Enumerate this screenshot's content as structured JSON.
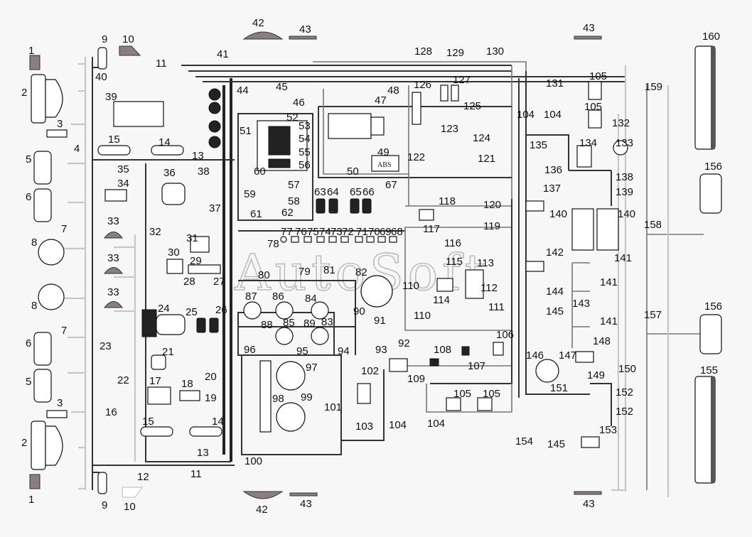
{
  "diagram": {
    "title": "Vehicle electrical wiring diagram",
    "watermark": "AutoSoft",
    "abs_unit_text": "ABS",
    "colors": {
      "background": "#f7f7f7",
      "wire_dark": "#333333",
      "wire_light": "#c8c8c8",
      "lamp_grey": "#8a7f80"
    },
    "callouts": [
      {
        "id": "1a",
        "text": "1"
      },
      {
        "id": "1b",
        "text": "1"
      },
      {
        "id": "2a",
        "text": "2"
      },
      {
        "id": "2b",
        "text": "2"
      },
      {
        "id": "3a",
        "text": "3"
      },
      {
        "id": "3b",
        "text": "3"
      },
      {
        "id": "4",
        "text": "4"
      },
      {
        "id": "5a",
        "text": "5"
      },
      {
        "id": "5b",
        "text": "5"
      },
      {
        "id": "6a",
        "text": "6"
      },
      {
        "id": "6b",
        "text": "6"
      },
      {
        "id": "7a",
        "text": "7"
      },
      {
        "id": "7b",
        "text": "7"
      },
      {
        "id": "8a",
        "text": "8"
      },
      {
        "id": "8b",
        "text": "8"
      },
      {
        "id": "9a",
        "text": "9"
      },
      {
        "id": "9b",
        "text": "9"
      },
      {
        "id": "10a",
        "text": "10"
      },
      {
        "id": "10b",
        "text": "10"
      },
      {
        "id": "11a",
        "text": "11"
      },
      {
        "id": "11b",
        "text": "11"
      },
      {
        "id": "12",
        "text": "12"
      },
      {
        "id": "13a",
        "text": "13"
      },
      {
        "id": "13b",
        "text": "13"
      },
      {
        "id": "14a",
        "text": "14"
      },
      {
        "id": "14b",
        "text": "14"
      },
      {
        "id": "15a",
        "text": "15"
      },
      {
        "id": "15b",
        "text": "15"
      },
      {
        "id": "16",
        "text": "16"
      },
      {
        "id": "17",
        "text": "17"
      },
      {
        "id": "18",
        "text": "18"
      },
      {
        "id": "19",
        "text": "19"
      },
      {
        "id": "20",
        "text": "20"
      },
      {
        "id": "21",
        "text": "21"
      },
      {
        "id": "22",
        "text": "22"
      },
      {
        "id": "23",
        "text": "23"
      },
      {
        "id": "24",
        "text": "24"
      },
      {
        "id": "25",
        "text": "25"
      },
      {
        "id": "26",
        "text": "26"
      },
      {
        "id": "27",
        "text": "27"
      },
      {
        "id": "28",
        "text": "28"
      },
      {
        "id": "29",
        "text": "29"
      },
      {
        "id": "30",
        "text": "30"
      },
      {
        "id": "31",
        "text": "31"
      },
      {
        "id": "32",
        "text": "32"
      },
      {
        "id": "33a",
        "text": "33"
      },
      {
        "id": "33b",
        "text": "33"
      },
      {
        "id": "33c",
        "text": "33"
      },
      {
        "id": "34",
        "text": "34"
      },
      {
        "id": "35",
        "text": "35"
      },
      {
        "id": "36",
        "text": "36"
      },
      {
        "id": "37",
        "text": "37"
      },
      {
        "id": "38",
        "text": "38"
      },
      {
        "id": "39",
        "text": "39"
      },
      {
        "id": "40",
        "text": "40"
      },
      {
        "id": "41",
        "text": "41"
      },
      {
        "id": "42a",
        "text": "42"
      },
      {
        "id": "42b",
        "text": "42"
      },
      {
        "id": "43a",
        "text": "43"
      },
      {
        "id": "43b",
        "text": "43"
      },
      {
        "id": "43c",
        "text": "43"
      },
      {
        "id": "43d",
        "text": "43"
      },
      {
        "id": "44",
        "text": "44"
      },
      {
        "id": "45",
        "text": "45"
      },
      {
        "id": "46",
        "text": "46"
      },
      {
        "id": "47",
        "text": "47"
      },
      {
        "id": "48",
        "text": "48"
      },
      {
        "id": "49",
        "text": "49"
      },
      {
        "id": "50",
        "text": "50"
      },
      {
        "id": "51",
        "text": "51"
      },
      {
        "id": "52",
        "text": "52"
      },
      {
        "id": "53",
        "text": "53"
      },
      {
        "id": "54",
        "text": "54"
      },
      {
        "id": "55",
        "text": "55"
      },
      {
        "id": "56",
        "text": "56"
      },
      {
        "id": "57",
        "text": "57"
      },
      {
        "id": "58",
        "text": "58"
      },
      {
        "id": "59",
        "text": "59"
      },
      {
        "id": "60",
        "text": "60"
      },
      {
        "id": "61",
        "text": "61"
      },
      {
        "id": "62",
        "text": "62"
      },
      {
        "id": "63",
        "text": "63"
      },
      {
        "id": "64",
        "text": "64"
      },
      {
        "id": "65",
        "text": "65"
      },
      {
        "id": "66",
        "text": "66"
      },
      {
        "id": "67",
        "text": "67"
      },
      {
        "id": "68",
        "text": "68"
      },
      {
        "id": "69",
        "text": "69"
      },
      {
        "id": "70",
        "text": "70"
      },
      {
        "id": "71",
        "text": "71"
      },
      {
        "id": "72",
        "text": "72"
      },
      {
        "id": "73",
        "text": "73"
      },
      {
        "id": "74",
        "text": "74"
      },
      {
        "id": "75",
        "text": "75"
      },
      {
        "id": "76",
        "text": "76"
      },
      {
        "id": "77",
        "text": "77"
      },
      {
        "id": "78",
        "text": "78"
      },
      {
        "id": "79",
        "text": "79"
      },
      {
        "id": "80",
        "text": "80"
      },
      {
        "id": "81",
        "text": "81"
      },
      {
        "id": "82",
        "text": "82"
      },
      {
        "id": "83",
        "text": "83"
      },
      {
        "id": "84",
        "text": "84"
      },
      {
        "id": "85",
        "text": "85"
      },
      {
        "id": "86",
        "text": "86"
      },
      {
        "id": "87",
        "text": "87"
      },
      {
        "id": "88",
        "text": "88"
      },
      {
        "id": "89",
        "text": "89"
      },
      {
        "id": "90",
        "text": "90"
      },
      {
        "id": "91",
        "text": "91"
      },
      {
        "id": "92",
        "text": "92"
      },
      {
        "id": "93",
        "text": "93"
      },
      {
        "id": "94",
        "text": "94"
      },
      {
        "id": "95",
        "text": "95"
      },
      {
        "id": "96",
        "text": "96"
      },
      {
        "id": "97",
        "text": "97"
      },
      {
        "id": "98",
        "text": "98"
      },
      {
        "id": "99",
        "text": "99"
      },
      {
        "id": "100",
        "text": "100"
      },
      {
        "id": "101",
        "text": "101"
      },
      {
        "id": "102",
        "text": "102"
      },
      {
        "id": "103",
        "text": "103"
      },
      {
        "id": "104a",
        "text": "104"
      },
      {
        "id": "104b",
        "text": "104"
      },
      {
        "id": "104c",
        "text": "104"
      },
      {
        "id": "104d",
        "text": "104"
      },
      {
        "id": "105a",
        "text": "105"
      },
      {
        "id": "105b",
        "text": "105"
      },
      {
        "id": "105c",
        "text": "105"
      },
      {
        "id": "105d",
        "text": "105"
      },
      {
        "id": "106",
        "text": "106"
      },
      {
        "id": "107",
        "text": "107"
      },
      {
        "id": "108",
        "text": "108"
      },
      {
        "id": "109",
        "text": "109"
      },
      {
        "id": "110a",
        "text": "110"
      },
      {
        "id": "110b",
        "text": "110"
      },
      {
        "id": "111",
        "text": "111"
      },
      {
        "id": "112",
        "text": "112"
      },
      {
        "id": "113",
        "text": "113"
      },
      {
        "id": "114",
        "text": "114"
      },
      {
        "id": "115",
        "text": "115"
      },
      {
        "id": "116",
        "text": "116"
      },
      {
        "id": "117",
        "text": "117"
      },
      {
        "id": "118",
        "text": "118"
      },
      {
        "id": "119",
        "text": "119"
      },
      {
        "id": "120",
        "text": "120"
      },
      {
        "id": "121",
        "text": "121"
      },
      {
        "id": "122",
        "text": "122"
      },
      {
        "id": "123",
        "text": "123"
      },
      {
        "id": "124",
        "text": "124"
      },
      {
        "id": "125",
        "text": "125"
      },
      {
        "id": "126",
        "text": "126"
      },
      {
        "id": "127",
        "text": "127"
      },
      {
        "id": "128",
        "text": "128"
      },
      {
        "id": "129",
        "text": "129"
      },
      {
        "id": "130",
        "text": "130"
      },
      {
        "id": "131",
        "text": "131"
      },
      {
        "id": "132",
        "text": "132"
      },
      {
        "id": "133",
        "text": "133"
      },
      {
        "id": "134",
        "text": "134"
      },
      {
        "id": "135",
        "text": "135"
      },
      {
        "id": "136",
        "text": "136"
      },
      {
        "id": "137",
        "text": "137"
      },
      {
        "id": "138",
        "text": "138"
      },
      {
        "id": "139",
        "text": "139"
      },
      {
        "id": "140a",
        "text": "140"
      },
      {
        "id": "140b",
        "text": "140"
      },
      {
        "id": "141a",
        "text": "141"
      },
      {
        "id": "141b",
        "text": "141"
      },
      {
        "id": "141c",
        "text": "141"
      },
      {
        "id": "142",
        "text": "142"
      },
      {
        "id": "143",
        "text": "143"
      },
      {
        "id": "144",
        "text": "144"
      },
      {
        "id": "145a",
        "text": "145"
      },
      {
        "id": "145b",
        "text": "145"
      },
      {
        "id": "146",
        "text": "146"
      },
      {
        "id": "147",
        "text": "147"
      },
      {
        "id": "148",
        "text": "148"
      },
      {
        "id": "149",
        "text": "149"
      },
      {
        "id": "150",
        "text": "150"
      },
      {
        "id": "151",
        "text": "151"
      },
      {
        "id": "152a",
        "text": "152"
      },
      {
        "id": "152b",
        "text": "152"
      },
      {
        "id": "153",
        "text": "153"
      },
      {
        "id": "154",
        "text": "154"
      },
      {
        "id": "155",
        "text": "155"
      },
      {
        "id": "156a",
        "text": "156"
      },
      {
        "id": "156b",
        "text": "156"
      },
      {
        "id": "157",
        "text": "157"
      },
      {
        "id": "158",
        "text": "158"
      },
      {
        "id": "159",
        "text": "159"
      },
      {
        "id": "160",
        "text": "160"
      }
    ]
  }
}
